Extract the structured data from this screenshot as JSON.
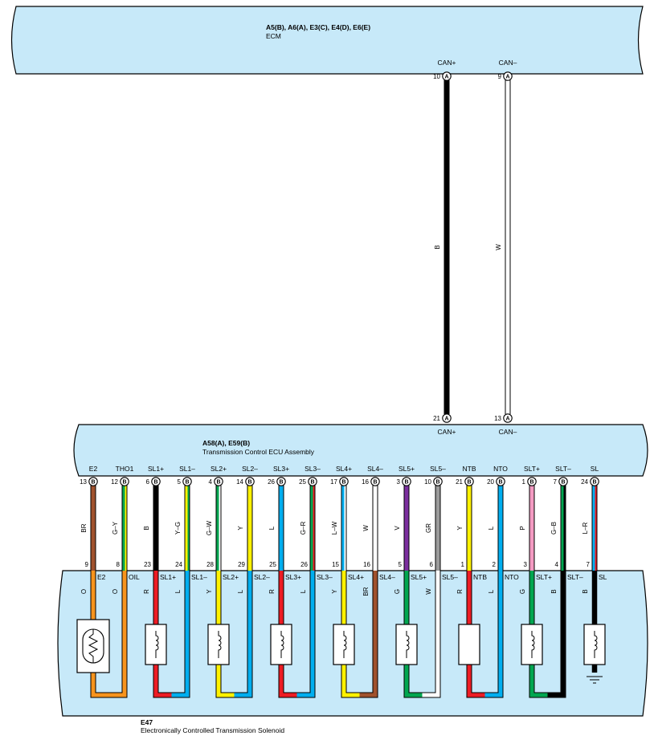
{
  "ecm": {
    "title": "A5(B), A6(A), E3(C), E4(D), E6(E)",
    "subtitle": "ECM",
    "pins": [
      {
        "signal": "CAN+",
        "pin": "10",
        "conn": "A",
        "bottom_pin": "21",
        "bottom_conn": "A",
        "wire_label": "B",
        "colors": [
          "#000000"
        ]
      },
      {
        "signal": "CAN–",
        "pin": "9",
        "conn": "A",
        "bottom_pin": "13",
        "bottom_conn": "A",
        "wire_label": "W",
        "colors": [
          "#ffffff"
        ]
      }
    ]
  },
  "tcu": {
    "title": "A58(A), E59(B)",
    "subtitle": "Transmission Control ECU Assembly"
  },
  "solenoid": {
    "title": "E47",
    "subtitle": "Electronically Controlled Transmission Solenoid"
  },
  "pins": [
    {
      "tcu_signal": "E2",
      "tcu_pin": "13",
      "conn": "B",
      "wire_label": "BR",
      "colors": [
        "#a0522d"
      ],
      "sol_pin": "9",
      "sol_signal": "E2",
      "inner_label": "O",
      "inner_color": "#f7941d"
    },
    {
      "tcu_signal": "THO1",
      "tcu_pin": "12",
      "conn": "B",
      "wire_label": "G–Y",
      "colors": [
        "#00a650",
        "#fff200"
      ],
      "sol_pin": "8",
      "sol_signal": "OIL",
      "inner_label": "O",
      "inner_color": "#f7941d"
    },
    {
      "tcu_signal": "SL1+",
      "tcu_pin": "6",
      "conn": "B",
      "wire_label": "B",
      "colors": [
        "#000000"
      ],
      "sol_pin": "23",
      "sol_signal": "SL1+",
      "inner_label": "R",
      "inner_color": "#ed1c24"
    },
    {
      "tcu_signal": "SL1–",
      "tcu_pin": "5",
      "conn": "B",
      "wire_label": "Y–G",
      "colors": [
        "#fff200",
        "#00a650"
      ],
      "sol_pin": "24",
      "sol_signal": "SL1–",
      "inner_label": "L",
      "inner_color": "#00aeef"
    },
    {
      "tcu_signal": "SL2+",
      "tcu_pin": "4",
      "conn": "B",
      "wire_label": "G–W",
      "colors": [
        "#00a650",
        "#ffffff"
      ],
      "sol_pin": "28",
      "sol_signal": "SL2+",
      "inner_label": "Y",
      "inner_color": "#fff200"
    },
    {
      "tcu_signal": "SL2–",
      "tcu_pin": "14",
      "conn": "B",
      "wire_label": "Y",
      "colors": [
        "#fff200"
      ],
      "sol_pin": "29",
      "sol_signal": "SL2–",
      "inner_label": "L",
      "inner_color": "#00aeef"
    },
    {
      "tcu_signal": "SL3+",
      "tcu_pin": "26",
      "conn": "B",
      "wire_label": "L",
      "colors": [
        "#00aeef"
      ],
      "sol_pin": "25",
      "sol_signal": "SL3+",
      "inner_label": "R",
      "inner_color": "#ed1c24"
    },
    {
      "tcu_signal": "SL3–",
      "tcu_pin": "25",
      "conn": "B",
      "wire_label": "G–R",
      "colors": [
        "#00a650",
        "#ed1c24"
      ],
      "sol_pin": "26",
      "sol_signal": "SL3–",
      "inner_label": "L",
      "inner_color": "#00aeef"
    },
    {
      "tcu_signal": "SL4+",
      "tcu_pin": "17",
      "conn": "B",
      "wire_label": "L–W",
      "colors": [
        "#00aeef",
        "#ffffff"
      ],
      "sol_pin": "15",
      "sol_signal": "SL4+",
      "inner_label": "Y",
      "inner_color": "#fff200"
    },
    {
      "tcu_signal": "SL4–",
      "tcu_pin": "16",
      "conn": "B",
      "wire_label": "W",
      "colors": [
        "#ffffff"
      ],
      "sol_pin": "16",
      "sol_signal": "SL4–",
      "inner_label": "BR",
      "inner_color": "#a0522d"
    },
    {
      "tcu_signal": "SL5+",
      "tcu_pin": "3",
      "conn": "B",
      "wire_label": "V",
      "colors": [
        "#7b2f9e"
      ],
      "sol_pin": "5",
      "sol_signal": "SL5+",
      "inner_label": "G",
      "inner_color": "#00a650"
    },
    {
      "tcu_signal": "SL5–",
      "tcu_pin": "10",
      "conn": "B",
      "wire_label": "GR",
      "colors": [
        "#9b9b9b"
      ],
      "sol_pin": "6",
      "sol_signal": "SL5–",
      "inner_label": "W",
      "inner_color": "#ffffff"
    },
    {
      "tcu_signal": "NTB",
      "tcu_pin": "21",
      "conn": "B",
      "wire_label": "Y",
      "colors": [
        "#fff200"
      ],
      "sol_pin": "1",
      "sol_signal": "NTB",
      "inner_label": "R",
      "inner_color": "#ed1c24"
    },
    {
      "tcu_signal": "NTO",
      "tcu_pin": "20",
      "conn": "B",
      "wire_label": "L",
      "colors": [
        "#00aeef"
      ],
      "sol_pin": "2",
      "sol_signal": "NTO",
      "inner_label": "L",
      "inner_color": "#00aeef"
    },
    {
      "tcu_signal": "SLT+",
      "tcu_pin": "1",
      "conn": "B",
      "wire_label": "P",
      "colors": [
        "#f49ac2"
      ],
      "sol_pin": "3",
      "sol_signal": "SLT+",
      "inner_label": "G",
      "inner_color": "#00a650"
    },
    {
      "tcu_signal": "SLT–",
      "tcu_pin": "7",
      "conn": "B",
      "wire_label": "G–B",
      "colors": [
        "#00a650",
        "#000000"
      ],
      "sol_pin": "4",
      "sol_signal": "SLT–",
      "inner_label": "B",
      "inner_color": "#000000"
    },
    {
      "tcu_signal": "SL",
      "tcu_pin": "24",
      "conn": "B",
      "wire_label": "L–R",
      "colors": [
        "#00aeef",
        "#ed1c24"
      ],
      "sol_pin": "7",
      "sol_signal": "SL",
      "inner_label": "B",
      "inner_color": "#000000"
    }
  ],
  "components": [
    {
      "type": "thermistor",
      "pins": [
        0,
        1
      ]
    },
    {
      "type": "solenoid",
      "pins": [
        2,
        3
      ]
    },
    {
      "type": "solenoid",
      "pins": [
        4,
        5
      ]
    },
    {
      "type": "solenoid",
      "pins": [
        6,
        7
      ]
    },
    {
      "type": "solenoid",
      "pins": [
        8,
        9
      ]
    },
    {
      "type": "solenoid",
      "pins": [
        10,
        11
      ]
    },
    {
      "type": "sensor",
      "pins": [
        12,
        13
      ]
    },
    {
      "type": "solenoid",
      "pins": [
        14,
        15
      ]
    },
    {
      "type": "solenoid-ground",
      "pins": [
        16
      ]
    }
  ],
  "colors": {
    "panel": "#c7e9f9",
    "outline": "#000000"
  }
}
